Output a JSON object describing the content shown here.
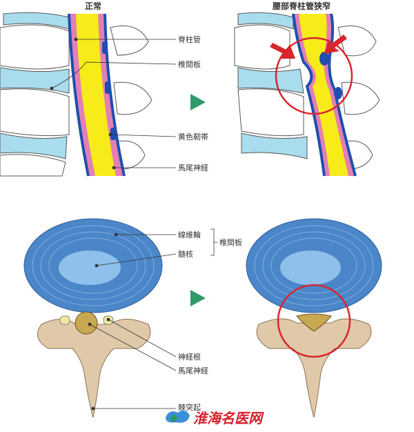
{
  "titles": {
    "normal": "正常",
    "stenosis": "腰部脊柱管狭窄"
  },
  "spine_labels": [
    "脊柱管",
    "椎間板",
    "黄色靭帯",
    "馬尾神経"
  ],
  "disc_labels": {
    "annulus": "線維輪",
    "nucleus": "髄核",
    "group": "椎間板"
  },
  "vertebra_labels": [
    "神経根",
    "馬尾神経",
    "棘突起"
  ],
  "watermark": "淮海名医网",
  "colors": {
    "disc": "#a9dcec",
    "canal": "#f7ec1a",
    "dura": "#e27fb4",
    "ligament": "#1e4fb0",
    "ring": "#d7262e",
    "arrow": "#2e9a6a",
    "bone": "#dfc9a8",
    "disc_blue": "#4a86c8"
  }
}
